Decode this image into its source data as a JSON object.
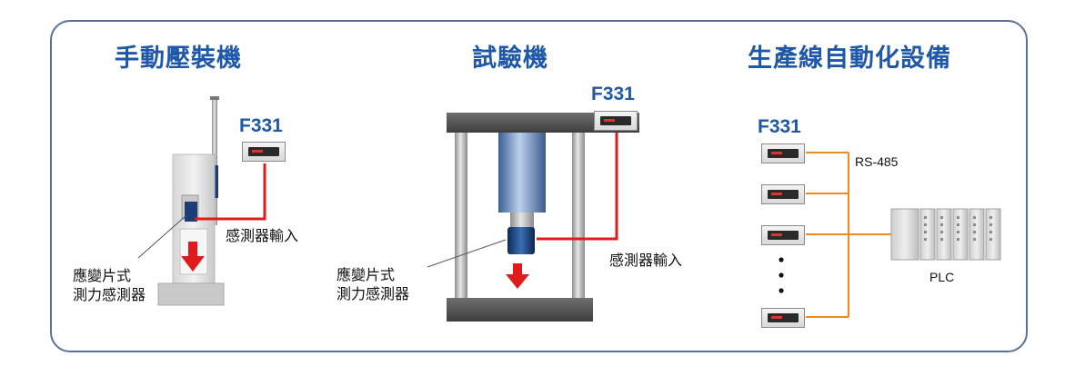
{
  "sections": [
    {
      "title": "手動壓裝機",
      "model": "F331",
      "sensor_input_label": "感測器輸入",
      "load_cell_label_line1": "應變片式",
      "load_cell_label_line2": "測力感測器"
    },
    {
      "title": "試驗機",
      "model": "F331",
      "sensor_input_label": "感測器輸入",
      "load_cell_label_line1": "應變片式",
      "load_cell_label_line2": "測力感測器"
    },
    {
      "title": "生產線自動化設備",
      "model": "F331",
      "comm_label": "RS-485",
      "plc_label": "PLC"
    }
  ],
  "colors": {
    "frame": "#58709c",
    "title": "#1f58a8",
    "signal_wire": "#e01b1b",
    "rs485_wire": "#f08a1e",
    "force_arrow": "#e01b1b"
  },
  "icons": [
    "f331-meter-icon",
    "press-machine-icon",
    "testing-machine-icon",
    "plc-icon",
    "down-arrow-icon"
  ]
}
